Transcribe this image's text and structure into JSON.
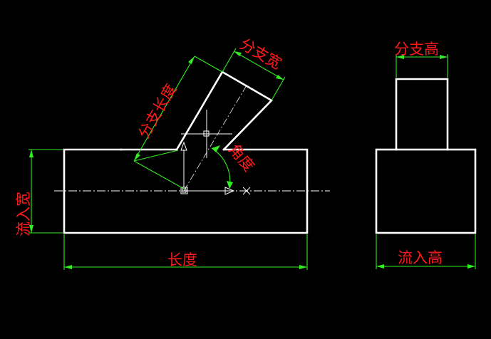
{
  "drawing": {
    "background": "#000000",
    "colors": {
      "part_lines": "#ffffff",
      "dimension_lines": "#33ee22",
      "dimension_text": "#ff1a1a"
    },
    "front_view": {
      "labels": {
        "branch_width": "分支宽",
        "branch_length": "分支长度",
        "angle": "角度",
        "inflow_width": "流入宽",
        "length": "长度"
      }
    },
    "side_view": {
      "labels": {
        "branch_height": "分支高",
        "inflow_height": "流入高"
      }
    }
  }
}
